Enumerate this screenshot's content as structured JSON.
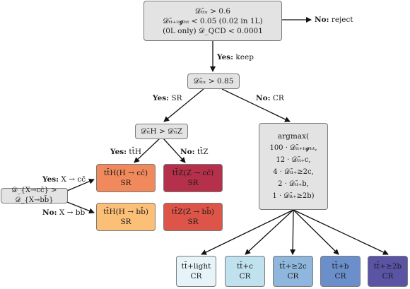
{
  "nodes": {
    "top": {
      "lines": [
        "𝒟ₜₜ̄ₓ > 0.6",
        "𝒟ₜₜ̄₊ₗᵢ𝓰ₕₜ < 0.05 (0.02 in 1L)",
        "(0L only) 𝒟_QCD < 0.0001"
      ]
    },
    "second": {
      "text": "𝒟ₜₜ̄ₓ > 0.85"
    },
    "sr_split": {
      "text": "𝒟ₜₜ̄H > 𝒟ₜₜ̄Z"
    },
    "charm_split": {
      "text": "𝒟_{X→cc̄} > 𝒟_{X→bb̄}"
    },
    "argmax": {
      "lines": [
        "argmax(",
        "100 · 𝒟ₜₜ̄₊ₗᵢ𝓰ₕₜ,",
        "12 · 𝒟ₜₜ̄₊c,",
        "4 · 𝒟ₜₜ̄₊≥2c,",
        "2 · 𝒟ₜₜ̄₊b,",
        "1 · 𝒟ₜₜ̄₊≥2b)"
      ]
    },
    "sr_boxes": [
      {
        "line1": "tt̄H(H → cc̄)",
        "line2": "SR",
        "color": "#f08a5d"
      },
      {
        "line1": "tt̄Z(Z → cc̄)",
        "line2": "SR",
        "color": "#b5304a"
      },
      {
        "line1": "tt̄H(H → bb̄)",
        "line2": "SR",
        "color": "#fbbf78"
      },
      {
        "line1": "tt̄Z(Z → bb̄)",
        "line2": "SR",
        "color": "#dc5548"
      }
    ],
    "cr_boxes": [
      {
        "line1": "tt̄+light",
        "line2": "CR",
        "color": "#e6f4fa"
      },
      {
        "line1": "tt̄+c",
        "line2": "CR",
        "color": "#bfe2ee"
      },
      {
        "line1": "tt̄+≥2c",
        "line2": "CR",
        "color": "#8fb7dd"
      },
      {
        "line1": "tt̄+b",
        "line2": "CR",
        "color": "#6b8fcb"
      },
      {
        "line1": "tt̄+≥2b",
        "line2": "CR",
        "color": "#5b54a5"
      }
    ]
  },
  "labels": {
    "no_reject": {
      "bold": "No:",
      "rest": " reject"
    },
    "yes_keep": {
      "bold": "Yes:",
      "rest": " keep"
    },
    "yes_sr": {
      "bold": "Yes:",
      "rest": " SR"
    },
    "no_cr": {
      "bold": "No:",
      "rest": " CR"
    },
    "yes_tth": {
      "bold": "Yes:",
      "rest": " tt̄H"
    },
    "no_ttz": {
      "bold": "No:",
      "rest": " tt̄Z"
    },
    "yes_xcc": {
      "bold": "Yes:",
      "rest": " X → cc̄"
    },
    "no_xbb": {
      "bold": "No:",
      "rest": " X → bb̄"
    }
  }
}
